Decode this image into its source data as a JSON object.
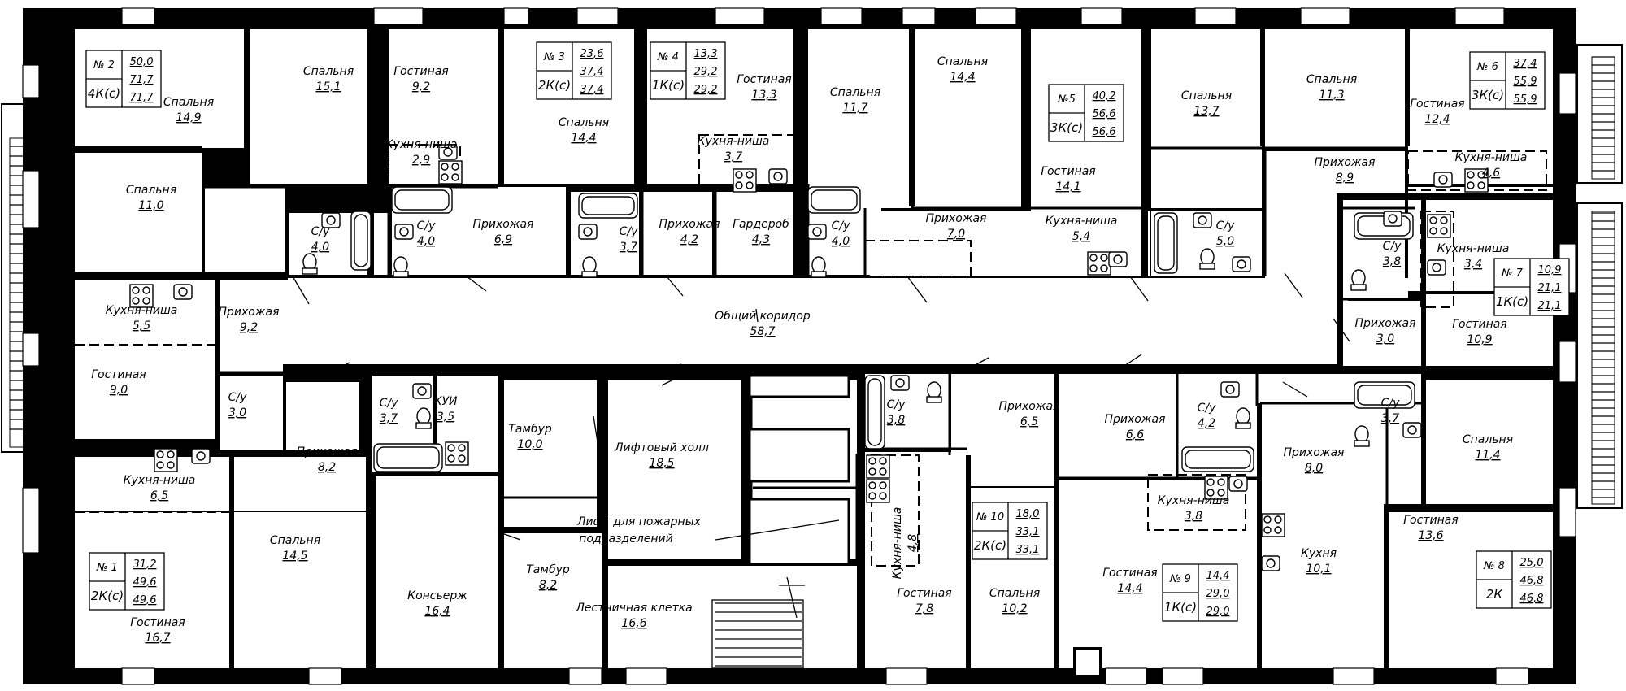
{
  "rooms": [
    {
      "id": "r1",
      "label": "Спальня",
      "area": "14,9"
    },
    {
      "id": "r2",
      "label": "Спальня",
      "area": "15,1"
    },
    {
      "id": "r3",
      "label": "Гостиная",
      "area": "9,2"
    },
    {
      "id": "r4",
      "label": "Кухня-ниша",
      "area": "2,9"
    },
    {
      "id": "r5",
      "label": "Спальня",
      "area": "14,4"
    },
    {
      "id": "r6",
      "label": "Гостиная",
      "area": "13,3"
    },
    {
      "id": "r7",
      "label": "Кухня-ниша",
      "area": "3,7"
    },
    {
      "id": "r8",
      "label": "Спальня",
      "area": "11,7"
    },
    {
      "id": "r9",
      "label": "Спальня",
      "area": "14,4"
    },
    {
      "id": "r10",
      "label": "Гостиная",
      "area": "14,1"
    },
    {
      "id": "r11",
      "label": "Спальня",
      "area": "13,7"
    },
    {
      "id": "r12",
      "label": "Спальня",
      "area": "11,3"
    },
    {
      "id": "r13",
      "label": "Гостиная",
      "area": "12,4"
    },
    {
      "id": "r14",
      "label": "Кухня-ниша",
      "area": "4,6"
    },
    {
      "id": "r15",
      "label": "Прихожая",
      "area": "8,9"
    },
    {
      "id": "r16",
      "label": "Спальня",
      "area": "11,0"
    },
    {
      "id": "r17",
      "label": "С/у",
      "area": "4,0"
    },
    {
      "id": "r18",
      "label": "С/у",
      "area": "4,0"
    },
    {
      "id": "r19",
      "label": "Прихожая",
      "area": "6,9"
    },
    {
      "id": "r20",
      "label": "С/у",
      "area": "3,7"
    },
    {
      "id": "r21",
      "label": "Прихожая",
      "area": "4,2"
    },
    {
      "id": "r22",
      "label": "Гардероб",
      "area": "4,3"
    },
    {
      "id": "r23",
      "label": "С/у",
      "area": "4,0"
    },
    {
      "id": "r24",
      "label": "Прихожая",
      "area": "7,0"
    },
    {
      "id": "r25",
      "label": "Кухня-ниша",
      "area": "5,4"
    },
    {
      "id": "r26",
      "label": "С/у",
      "area": "5,0"
    },
    {
      "id": "r27",
      "label": "С/у",
      "area": "3,8"
    },
    {
      "id": "r28",
      "label": "Кухня-ниша",
      "area": "3,4"
    },
    {
      "id": "r29",
      "label": "Кухня-ниша",
      "area": "5,5"
    },
    {
      "id": "r30",
      "label": "Прихожая",
      "area": "9,2"
    },
    {
      "id": "r31",
      "label": "Общий коридор",
      "area": "58,7"
    },
    {
      "id": "r32",
      "label": "Прихожая",
      "area": "3,0"
    },
    {
      "id": "r33",
      "label": "Гостиная",
      "area": "10,9"
    },
    {
      "id": "r34",
      "label": "Гостиная",
      "area": "9,0"
    },
    {
      "id": "r35",
      "label": "С/у",
      "area": "3,0"
    },
    {
      "id": "r36",
      "label": "С/у",
      "area": "3,7"
    },
    {
      "id": "r37",
      "label": "КУИ",
      "area": "3,5"
    },
    {
      "id": "r38",
      "label": "Тамбур",
      "area": "10,0"
    },
    {
      "id": "r39",
      "label": "Лифтовый холл",
      "area": "18,5"
    },
    {
      "id": "r40",
      "label": "С/у",
      "area": "3,8"
    },
    {
      "id": "r41",
      "label": "Прихожая",
      "area": "6,5"
    },
    {
      "id": "r42",
      "label": "Прихожая",
      "area": "6,6"
    },
    {
      "id": "r43",
      "label": "С/у",
      "area": "4,2"
    },
    {
      "id": "r44",
      "label": "Прихожая",
      "area": "8,0"
    },
    {
      "id": "r45",
      "label": "С/у",
      "area": "3,7"
    },
    {
      "id": "r46",
      "label": "Спальня",
      "area": "11,4"
    },
    {
      "id": "r47",
      "label": "Прихожая",
      "area": "8,2"
    },
    {
      "id": "r48",
      "label": "Кухня-ниша",
      "area": "6,5"
    },
    {
      "id": "r49",
      "label": "Спальня",
      "area": "14,5"
    },
    {
      "id": "r50",
      "label": "Консьерж",
      "area": "16,4"
    },
    {
      "id": "r51",
      "label": "Тамбур",
      "area": "8,2"
    },
    {
      "id": "r52",
      "label": "Лестничная клетка",
      "area": "16,6"
    },
    {
      "id": "r53",
      "label": "Кухня-ниша",
      "area": "4,8"
    },
    {
      "id": "r54",
      "label": "Гостиная",
      "area": "7,8"
    },
    {
      "id": "r55",
      "label": "Спальня",
      "area": "10,2"
    },
    {
      "id": "r56",
      "label": "Гостиная",
      "area": "14,4"
    },
    {
      "id": "r57",
      "label": "Кухня-ниша",
      "area": "3,8"
    },
    {
      "id": "r58",
      "label": "Кухня",
      "area": "10,1"
    },
    {
      "id": "r59",
      "label": "Гостиная",
      "area": "13,6"
    },
    {
      "id": "r60",
      "label": "Гостиная",
      "area": "16,7"
    }
  ],
  "notes": {
    "fire_lift_line1": "Лифт для пожарных",
    "fire_lift_line2": "подразделений"
  },
  "apartments": [
    {
      "id": "a2",
      "num": "№ 2",
      "type": "4К(с)",
      "v1": "50,0",
      "v2": "71,7",
      "v3": "71,7"
    },
    {
      "id": "a3",
      "num": "№ 3",
      "type": "2К(с)",
      "v1": "23,6",
      "v2": "37,4",
      "v3": "37,4"
    },
    {
      "id": "a4",
      "num": "№ 4",
      "type": "1К(с)",
      "v1": "13,3",
      "v2": "29,2",
      "v3": "29,2"
    },
    {
      "id": "a5",
      "num": "№5",
      "type": "3К(с)",
      "v1": "40,2",
      "v2": "56,6",
      "v3": "56,6"
    },
    {
      "id": "a6",
      "num": "№ 6",
      "type": "3К(с)",
      "v1": "37,4",
      "v2": "55,9",
      "v3": "55,9"
    },
    {
      "id": "a7",
      "num": "№ 7",
      "type": "1К(с)",
      "v1": "10,9",
      "v2": "21,1",
      "v3": "21,1"
    },
    {
      "id": "a1",
      "num": "№ 1",
      "type": "2К(с)",
      "v1": "31,2",
      "v2": "49,6",
      "v3": "49,6"
    },
    {
      "id": "a10",
      "num": "№ 10",
      "type": "2К(с)",
      "v1": "18,0",
      "v2": "33,1",
      "v3": "33,1"
    },
    {
      "id": "a9",
      "num": "№ 9",
      "type": "1К(с)",
      "v1": "14,4",
      "v2": "29,0",
      "v3": "29,0"
    },
    {
      "id": "a8",
      "num": "№ 8",
      "type": "2К",
      "v1": "25,0",
      "v2": "46,8",
      "v3": "46,8"
    }
  ]
}
